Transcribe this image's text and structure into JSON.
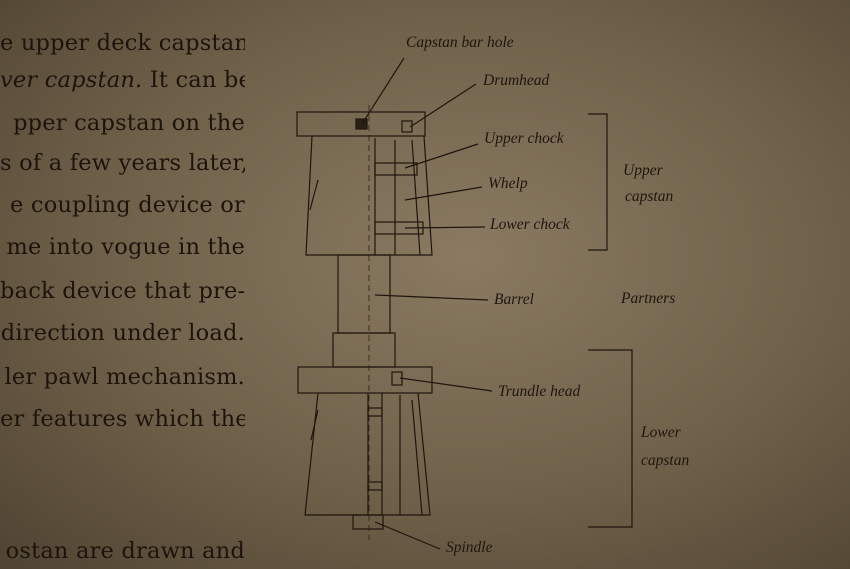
{
  "text_lines": [
    "e upper deck capstan.",
    "ver capstan. It can be",
    "pper capstan on the",
    "s of a few years later,",
    "e coupling device or",
    "me into vogue in the",
    "back device that pre-",
    "direction under load.",
    "ler pawl mechanism.",
    "er features which the",
    "ostan are drawn and"
  ],
  "italic_fragment": "ver capstan.",
  "line_rest": " It can be",
  "labels": {
    "capstan_bar_hole": "Capstan bar hole",
    "drumhead": "Drumhead",
    "upper_chock": "Upper chock",
    "whelp": "Whelp",
    "lower_chock": "Lower chock",
    "upper_capstan_1": "Upper",
    "upper_capstan_2": "capstan",
    "barrel": "Barrel",
    "partners": "Partners",
    "trundle_head": "Trundle head",
    "lower_capstan_1": "Lower",
    "lower_capstan_2": "capstan",
    "spindle": "Spindle"
  },
  "colors": {
    "ink": "#1e160e"
  }
}
